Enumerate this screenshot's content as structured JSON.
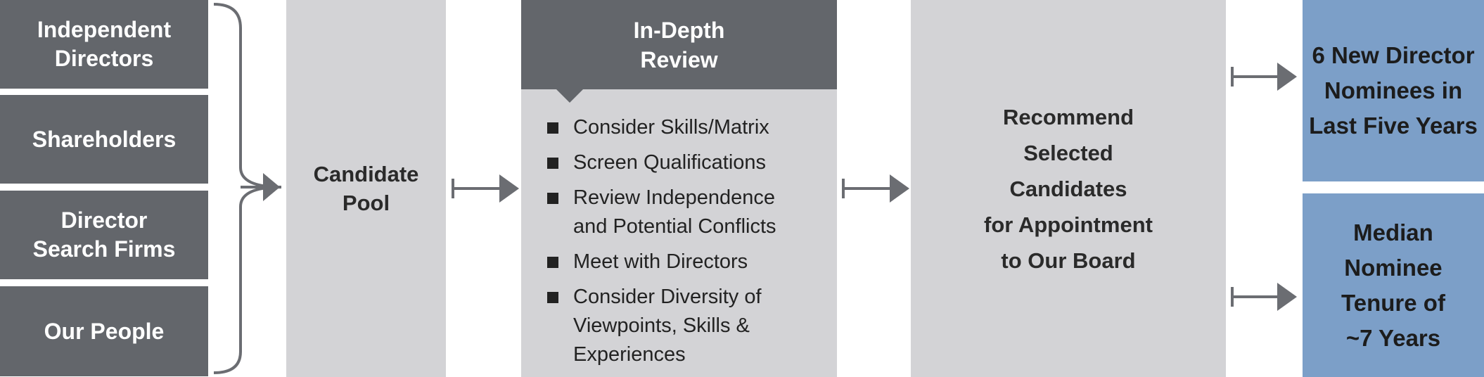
{
  "sources": [
    {
      "label": "Independent\nDirectors"
    },
    {
      "label": "Shareholders"
    },
    {
      "label": "Director\nSearch Firms"
    },
    {
      "label": "Our People"
    }
  ],
  "candidate_pool": {
    "label": "Candidate\nPool"
  },
  "review": {
    "title": "In-Depth\nReview",
    "items": [
      "Consider Skills/Matrix",
      "Screen Qualifications",
      "Review Independence\nand Potential Conflicts",
      "Meet with Directors",
      "Consider Diversity of\nViewpoints, Skills &\nExperiences"
    ]
  },
  "recommend": {
    "label": "Recommend\nSelected\nCandidates\nfor Appointment\nto Our Board"
  },
  "outcomes": [
    {
      "label": "6 New Director\nNominees in\nLast Five Years"
    },
    {
      "label": "Median\nNominee\nTenure of\n~7 Years"
    }
  ],
  "colors": {
    "source_box": "#63666b",
    "process_box": "#d3d3d6",
    "outcome_box": "#7c9fc8",
    "arrow": "#6b6d72"
  }
}
